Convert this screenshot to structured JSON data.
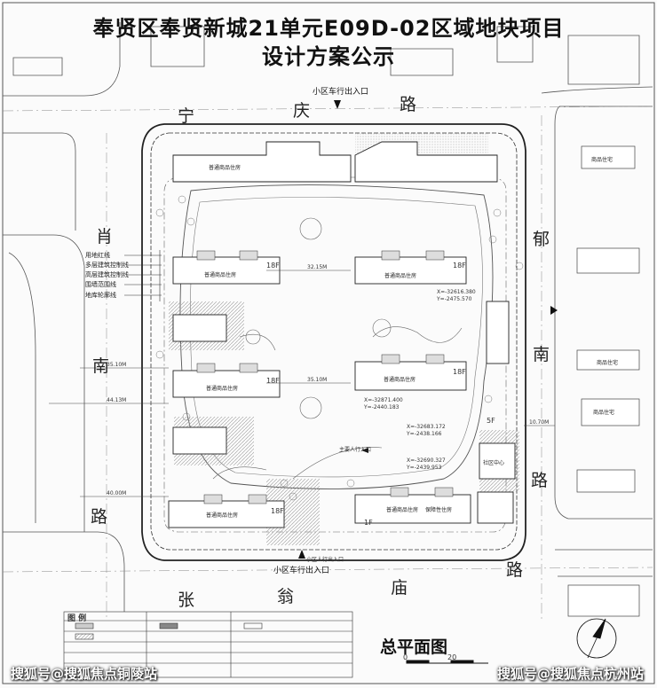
{
  "title_line1": "奉贤区奉贤新城21单元E09D-02区域地块项目",
  "title_line2": "设计方案公示",
  "roads": {
    "north": [
      "宁",
      "庆",
      "路"
    ],
    "west": [
      "肖",
      "南",
      "路"
    ],
    "east": [
      "郁",
      "南",
      "路"
    ],
    "south": [
      "张",
      "翁",
      "庙",
      "路"
    ]
  },
  "entrances": {
    "north": "小区车行出入口",
    "south": "小区车行出入口",
    "south_pedestrian": "小区人行出入口",
    "east_pedestrian": "主要人行入口"
  },
  "legend_lines": [
    "用地红线",
    "多层建筑控制线",
    "高层建筑控制线",
    "围墙范围线",
    "地库轮廓线"
  ],
  "buildings": {
    "row1_west": "普通商品住房",
    "row1_east": "",
    "row2_west": "普通商品住房",
    "row2_east": "普通商品住房",
    "row3_west": "普通商品住房",
    "row3_east": "普通商品住房",
    "row4_west": "普通商品住房",
    "row4_east": "普通商品住房",
    "row4_east2": "保障性住房",
    "east_neighbor": "商品住宅",
    "east_neighbor2": "商品住宅",
    "east_neighbor3": "商品住宅",
    "community_center": "社区中心"
  },
  "floors": [
    "18F",
    "18F",
    "18F",
    "18F",
    "18F",
    "5F",
    "1F"
  ],
  "coords": [
    "X=-32871.400",
    "Y=-2440.183",
    "X=-32616.380",
    "Y=-2475.570",
    "X=-32683.172",
    "Y=-2438.166",
    "X=-32690.327",
    "Y=-2439.953"
  ],
  "dims": [
    "32.15M",
    "35.10M",
    "35.10M",
    "44.13M",
    "40.00M",
    "10.70M"
  ],
  "legend_header": "图 例",
  "plan_title": "总平面图",
  "scale_labels": [
    "0",
    "20"
  ],
  "watermark_left": "搜狐号@搜狐焦点铜陵站",
  "watermark_right": "搜狐号@搜狐焦点杭州站",
  "colors": {
    "ink": "#222222",
    "paper": "#fbfbfb",
    "hatch": "#9a9a9a"
  }
}
